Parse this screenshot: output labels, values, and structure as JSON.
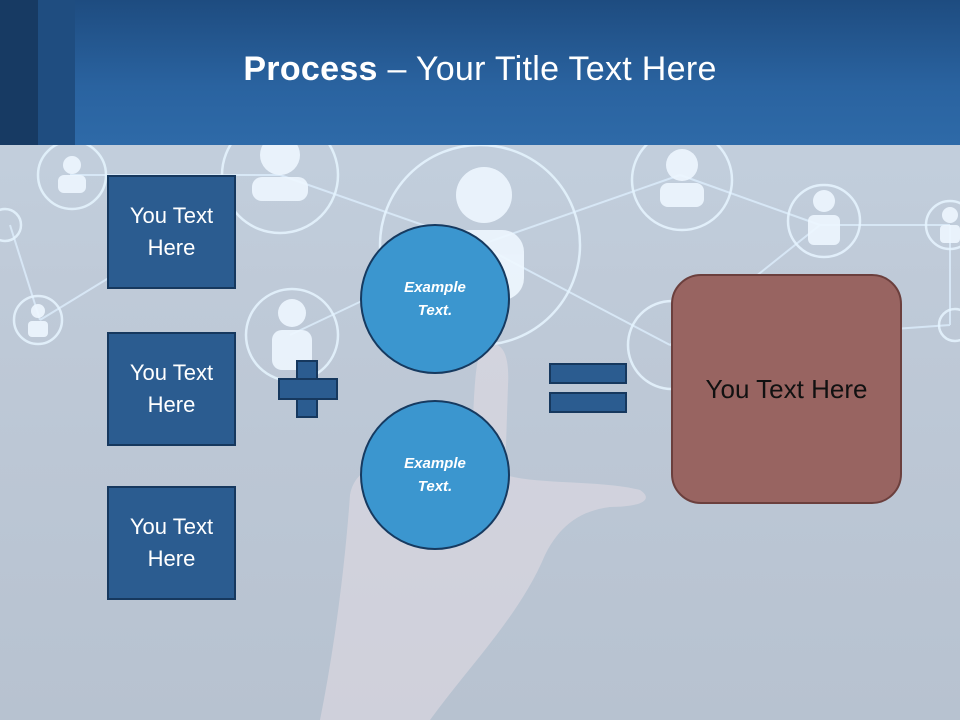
{
  "slide": {
    "title_bold": "Process",
    "title_rest": " – Your Title Text Here"
  },
  "inputs": [
    {
      "label": "You Text\nHere"
    },
    {
      "label": "You Text\nHere"
    },
    {
      "label": "You Text\nHere"
    }
  ],
  "circles": [
    {
      "label": "Example\nText."
    },
    {
      "label": "Example\nText."
    }
  ],
  "result": {
    "label": "You Text Here"
  },
  "colors": {
    "header": "#2a63a0",
    "box_fill": "#2b5c90",
    "circle_fill": "#3b96cf",
    "result_fill": "#986461"
  },
  "icons": [
    "network-people-background",
    "plus-icon",
    "equals-icon"
  ]
}
